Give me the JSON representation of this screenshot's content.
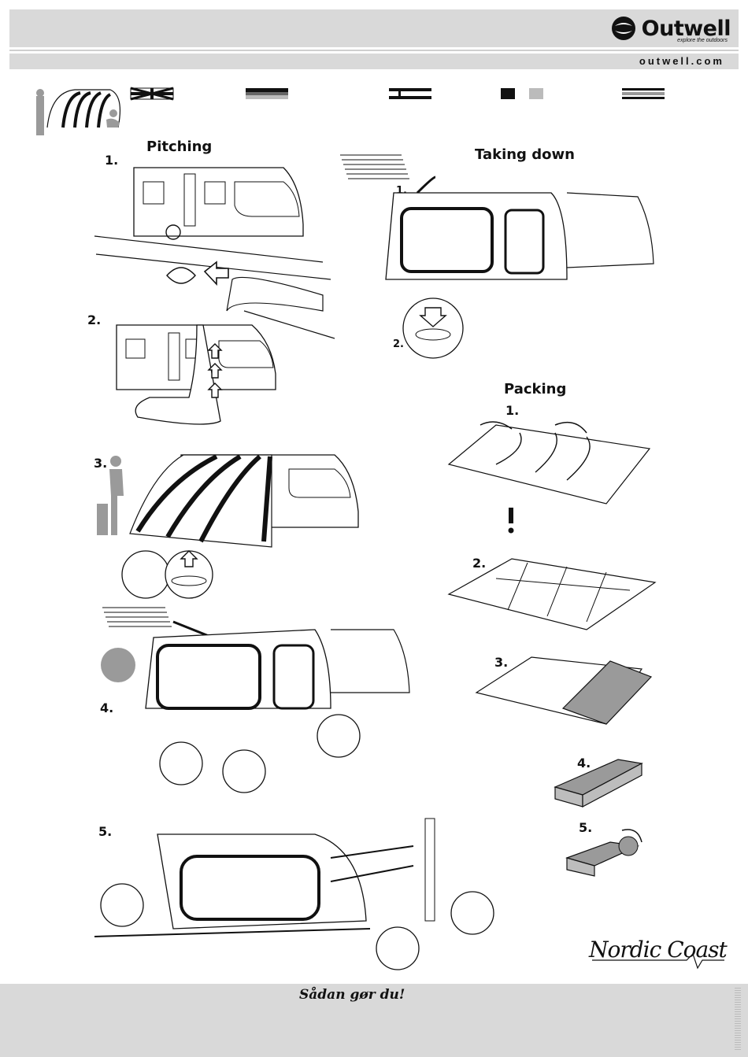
{
  "brand": {
    "name": "Outwell",
    "tagline": "explore the outdoors",
    "website": "outwell.com"
  },
  "sections": {
    "pitching": "Pitching",
    "taking_down": "Taking down",
    "packing": "Packing"
  },
  "pitching_steps": [
    "1.",
    "2.",
    "3.",
    "4.",
    "5."
  ],
  "taking_down_steps": [
    "1.",
    "2."
  ],
  "packing_steps": [
    "1.",
    "2.",
    "3.",
    "4.",
    "5."
  ],
  "product_logo": "Nordic Coast",
  "footer": {
    "script_text": "Sådan gør du!"
  },
  "colors": {
    "header_grey": "#d9d9d9",
    "ink": "#111111",
    "fill_grey": "#9a9a9a"
  },
  "icons": [
    "awning-user-icon",
    "flag-uk-icon",
    "flag-de-icon",
    "flag-nl-icon",
    "flag-fr-icon",
    "flag-es-icon"
  ]
}
